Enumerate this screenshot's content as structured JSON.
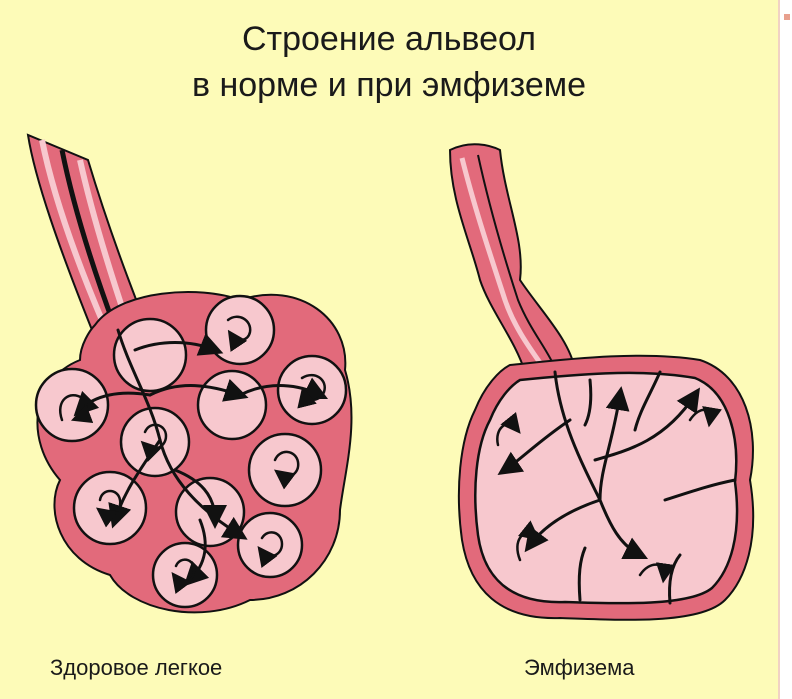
{
  "title": {
    "line1": "Строение альвеол",
    "line2": "в норме и при  эмфиземе"
  },
  "captions": {
    "healthy": "Здоровое легкое",
    "emphysema": "Эмфизема"
  },
  "colors": {
    "background": "#fdfbb8",
    "tissue": "#e26a7b",
    "lumen": "#f7c8ce",
    "outline": "#111111"
  }
}
